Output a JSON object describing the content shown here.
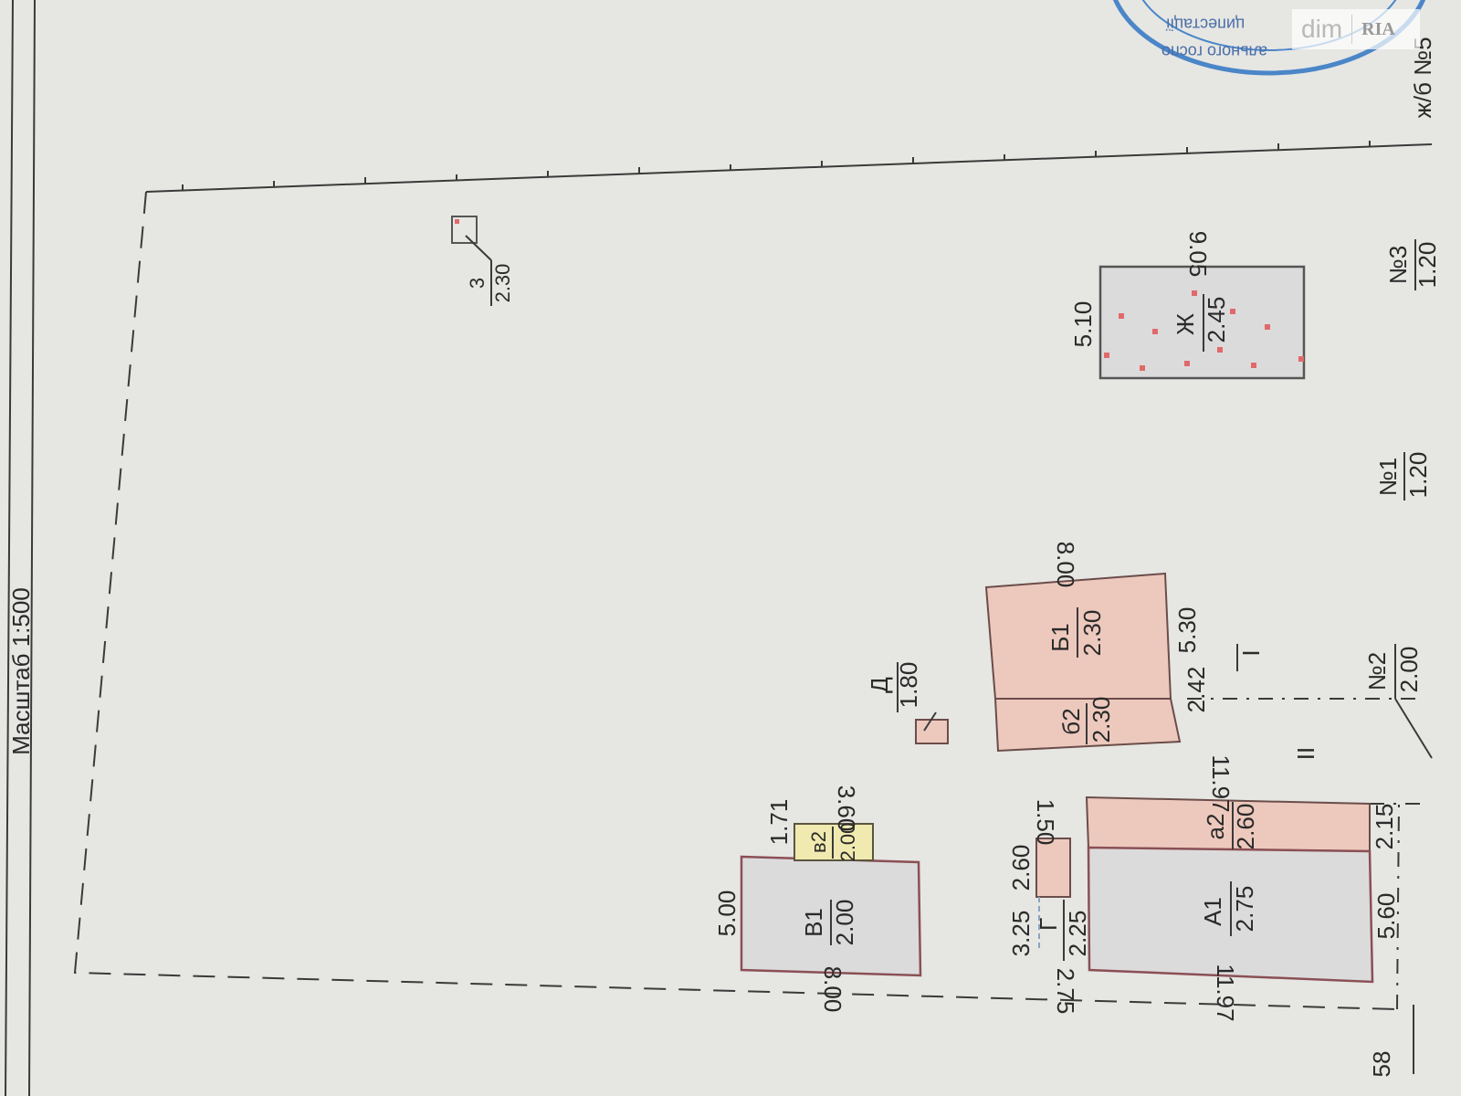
{
  "scale_label": "Масштаб 1:500",
  "stamp_text": [
    "ципестації",
    "ального госпо"
  ],
  "watermark": {
    "left": "dim",
    "right": "RIA"
  },
  "buildings": {
    "zh": {
      "letter": "Ж",
      "height": "2.45",
      "length": "9.05",
      "width": "5.10"
    },
    "b1": {
      "letter": "Б1",
      "height": "2.30",
      "length": "8.00",
      "width": "5.30"
    },
    "b2": {
      "letter": "б2",
      "height": "2.30",
      "width": "2.42"
    },
    "d": {
      "letter": "Д",
      "height": "1.80"
    },
    "v1": {
      "letter": "В1",
      "height": "2.00",
      "length": "8.00",
      "width": "5.00"
    },
    "v2": {
      "letter": "в2",
      "height": "2.00",
      "length": "3.60",
      "width": "1.71"
    },
    "g": {
      "letter": "Г",
      "d1": "1.50",
      "d2": "2.60",
      "d3": "3.25",
      "d4": "2.25",
      "d5": "2.75"
    },
    "a1": {
      "letter": "А1",
      "height": "2.75",
      "length_top": "11.97",
      "length_bottom": "11.97",
      "width": "5.60"
    },
    "a2": {
      "letter": "а2",
      "height": "2.60",
      "width": "2.15"
    },
    "z": {
      "letter": "3",
      "height": "2.30"
    }
  },
  "fences": [
    {
      "label": "№1",
      "height": "1.20"
    },
    {
      "label": "№2",
      "height": "2.00"
    },
    {
      "label": "№3",
      "height": "1.20"
    }
  ],
  "marks": {
    "yard_1": "I",
    "yard_2": "II",
    "neighbor_top": "ж/б №5",
    "neighbor_bottom": "58"
  },
  "colors": {
    "pink": "#edc9bd",
    "grey": "#dcdbdc",
    "yellow": "#f1eab0",
    "stamp": "#4a86c8"
  }
}
